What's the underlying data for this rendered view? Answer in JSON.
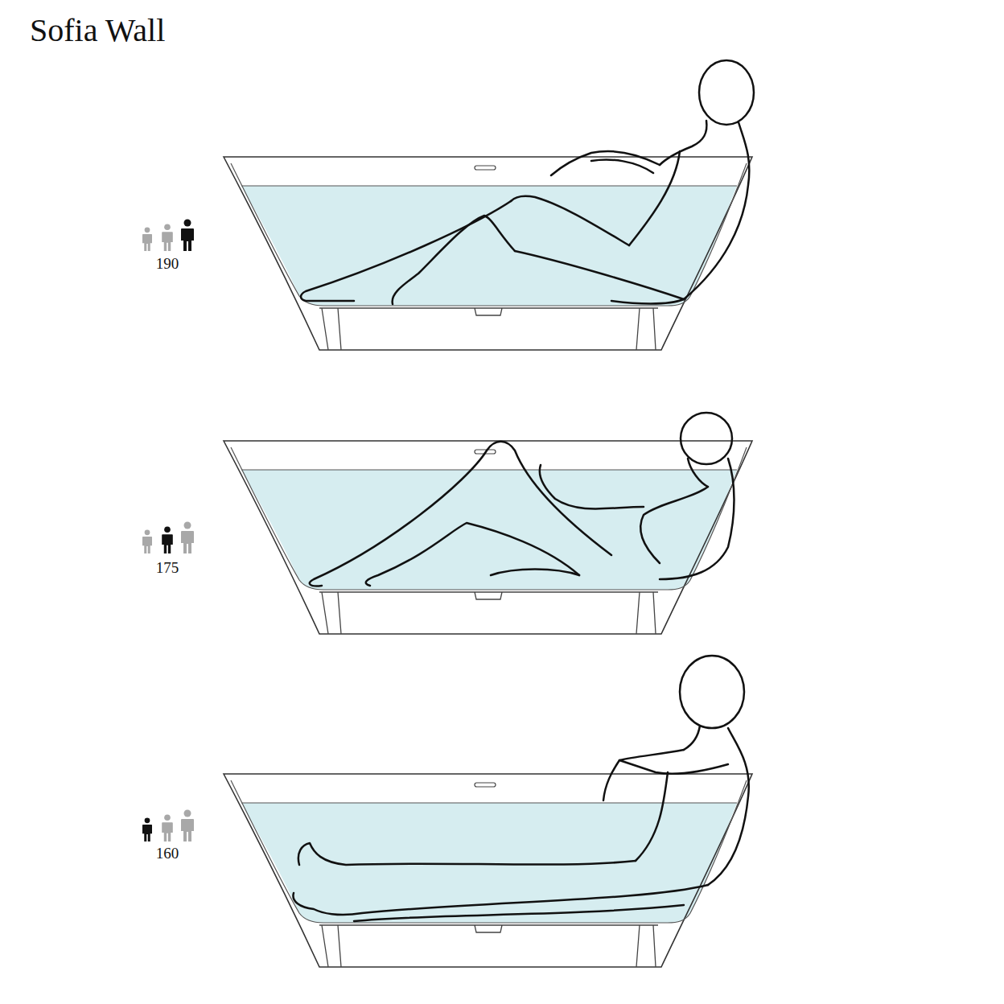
{
  "diagram": {
    "title": "Sofia Wall",
    "labels": [
      "190",
      "175",
      "160"
    ]
  }
}
